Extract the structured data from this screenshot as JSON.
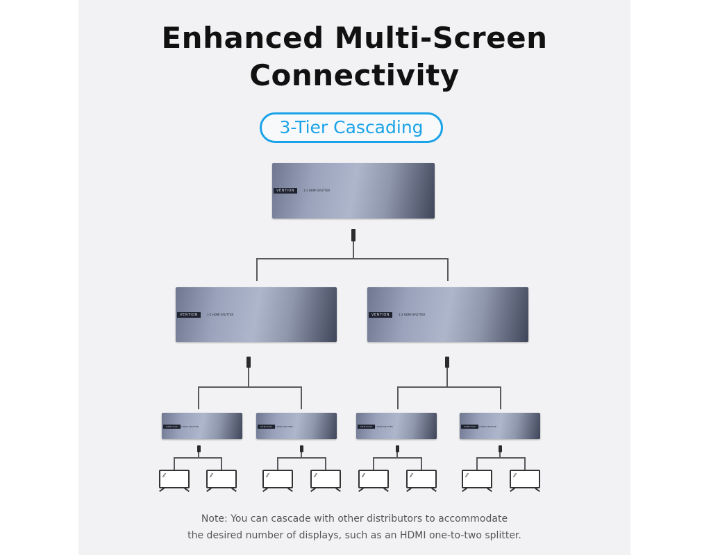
{
  "title_line1": "Enhanced Multi-Screen",
  "title_line2": "Connectivity",
  "badge": "3-Tier Cascading",
  "device": {
    "brand": "VENTION",
    "model": "1-2 HDMI SPLITTER"
  },
  "note_line1": "Note: You can cascade with other distributors to accommodate",
  "note_line2": "the desired number of displays, such as an HDMI one-to-two splitter.",
  "colors": {
    "accent": "#1aa3e8",
    "background": "#f2f2f4"
  }
}
